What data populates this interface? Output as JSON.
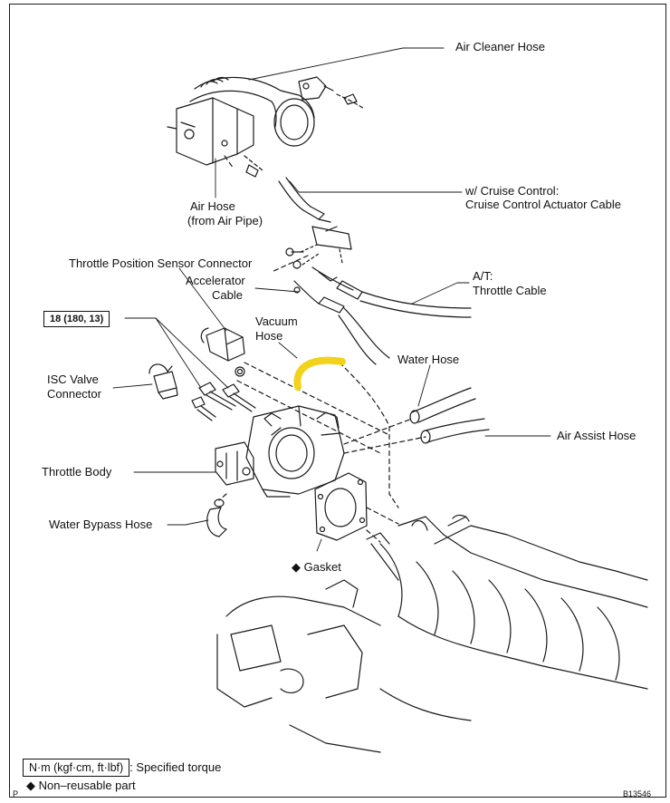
{
  "labels": {
    "air_cleaner_hose": "Air Cleaner Hose",
    "air_hose_line1": "Air Hose",
    "air_hose_line2": "(from Air Pipe)",
    "cruise_line1": "w/ Cruise Control:",
    "cruise_line2": "Cruise Control Actuator Cable",
    "tps_connector": "Throttle Position Sensor Connector",
    "accelerator_line1": "Accelerator",
    "accelerator_line2": "Cable",
    "at_line1": "A/T:",
    "at_line2": "Throttle Cable",
    "torque_value": "18 (180, 13)",
    "vacuum_line1": "Vacuum",
    "vacuum_line2": "Hose",
    "isc_line1": "ISC Valve",
    "isc_line2": "Connector",
    "water_hose": "Water Hose",
    "air_assist_hose": "Air Assist Hose",
    "throttle_body": "Throttle Body",
    "water_bypass_hose": "Water Bypass Hose",
    "gasket": "Gasket"
  },
  "legend": {
    "torque_unit": "N·m (kgf·cm, ft·lbf)",
    "torque_desc": ": Specified torque",
    "nonreusable_symbol": "◆",
    "nonreusable_desc": "Non–reusable part",
    "gasket_symbol": "◆"
  },
  "footer": {
    "page_marker": "P",
    "figure_id": "B13546"
  },
  "colors": {
    "line": "#1a1a1a",
    "highlight": "#f2d21b"
  }
}
